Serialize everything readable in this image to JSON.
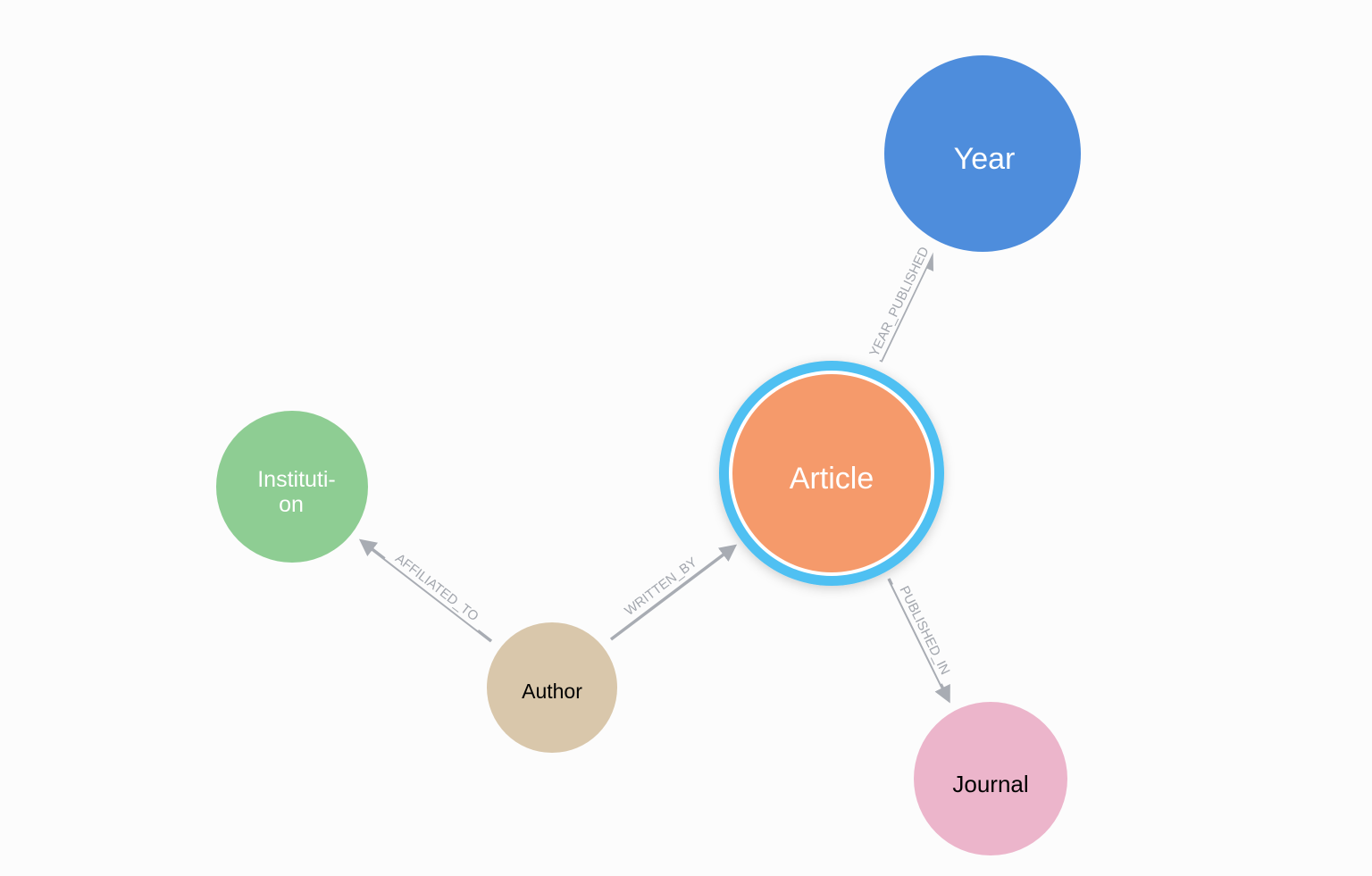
{
  "graph": {
    "nodes": {
      "year": {
        "label": "Year",
        "color": "#4e8ddc",
        "text_color": "#ffffff"
      },
      "article": {
        "label": "Article",
        "color": "#f59a6b",
        "text_color": "#ffffff",
        "selected": true,
        "ring_color": "#4fc0f2"
      },
      "institution": {
        "label_lines": [
          "Instituti-",
          "on"
        ],
        "color": "#8ecd93",
        "text_color": "#ffffff"
      },
      "author": {
        "label": "Author",
        "color": "#d9c7ab",
        "text_color": "#000000"
      },
      "journal": {
        "label": "Journal",
        "color": "#ecb5cb",
        "text_color": "#000000"
      }
    },
    "edges": {
      "year_published": {
        "label": "YEAR_PUBLISHED",
        "from": "Article",
        "to": "Year"
      },
      "published_in": {
        "label": "PUBLISHED_IN",
        "from": "Article",
        "to": "Journal"
      },
      "written_by": {
        "label": "WRITTEN_BY",
        "from": "Author",
        "to": "Article"
      },
      "affiliated_to": {
        "label": "AFFILIATED_TO",
        "from": "Author",
        "to": "Institution"
      }
    },
    "edge_color": "#a8acb3"
  }
}
